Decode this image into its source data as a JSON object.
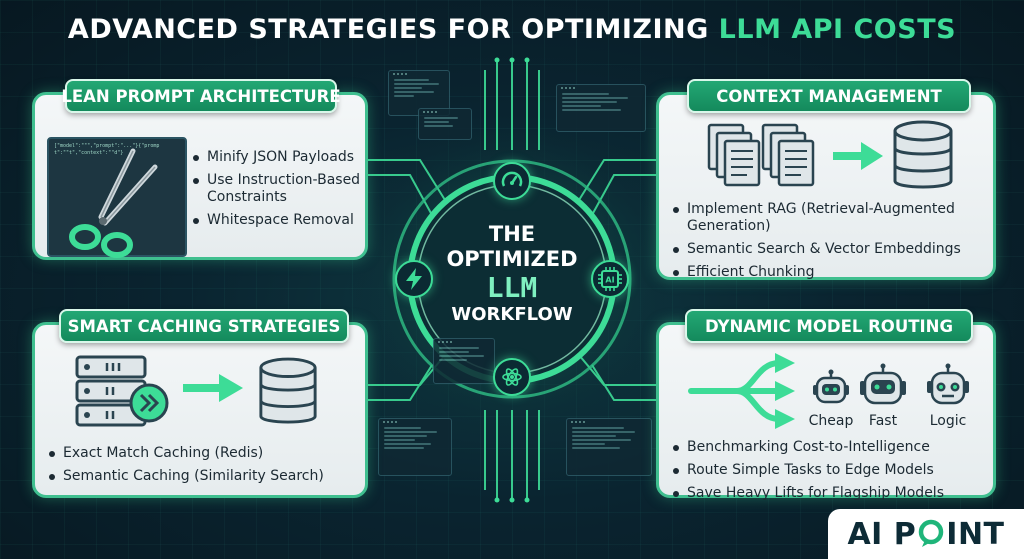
{
  "title": {
    "main": "ADVANCED STRATEGIES FOR OPTIMIZING",
    "accent": "LLM API COSTS"
  },
  "center": {
    "line1": "THE",
    "line2": "OPTIMIZED",
    "line3": "LLM",
    "line4": "WORKFLOW",
    "icons": [
      "gauge-icon",
      "lightning-icon",
      "ai-chip-icon",
      "recycle-atom-icon"
    ],
    "ai_chip_label": "AI"
  },
  "panels": {
    "lean_prompt": {
      "header": "LEAN PROMPT ARCHITECTURE",
      "items": [
        "Minify JSON Payloads",
        "Use Instruction-Based Constraints",
        "Whitespace Removal"
      ],
      "code_text": "[\"model\":\"\"\",\"prompt\":\"...\"}{\"prompt\":\"\"t\",\"context\":\"\"d\"}"
    },
    "context": {
      "header": "CONTEXT MANAGEMENT",
      "items": [
        "Implement RAG (Retrieval-Augmented Generation)",
        "Semantic Search & Vector Embeddings",
        "Efficient Chunking"
      ]
    },
    "caching": {
      "header": "SMART CACHING STRATEGIES",
      "items": [
        "Exact Match Caching (Redis)",
        "Semantic Caching (Similarity Search)"
      ]
    },
    "routing": {
      "header": "DYNAMIC MODEL ROUTING",
      "robots": [
        "Cheap",
        "Fast",
        "Logic"
      ],
      "items": [
        "Benchmarking Cost-to-Intelligence",
        "Route Simple Tasks to Edge Models",
        "Save Heavy Lifts for Flagship Models"
      ]
    }
  },
  "logo": {
    "text_a": "AI P",
    "text_b": "INT"
  },
  "colors": {
    "accent": "#3ddc97",
    "header_green": "#148a5c",
    "background": "#0a2430",
    "panel_bg": "#eef2f4",
    "dark_icon": "#2a4450"
  }
}
